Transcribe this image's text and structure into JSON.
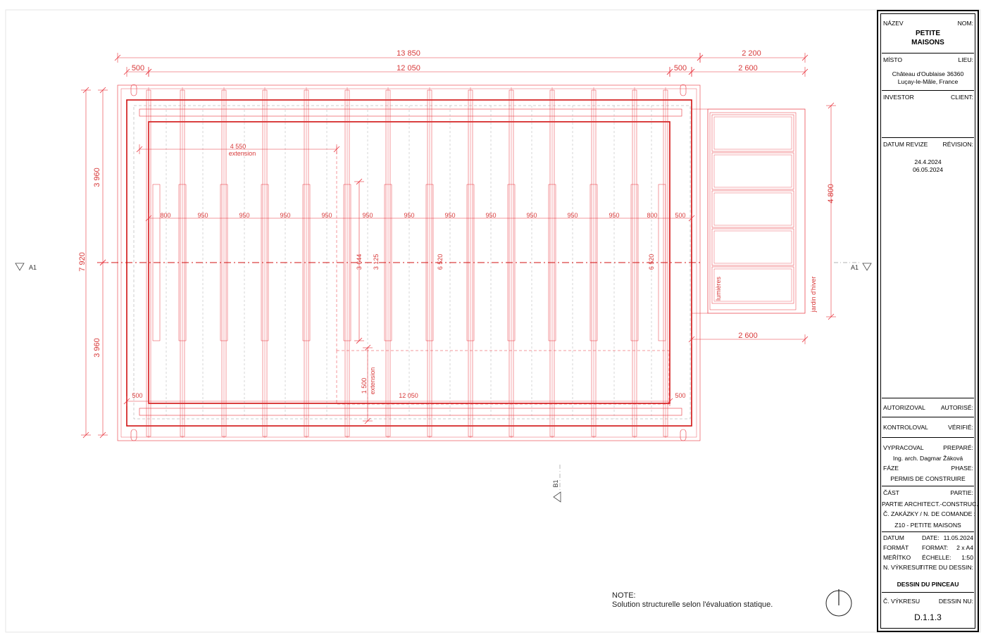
{
  "drawing": {
    "dims": {
      "overall_top": "13 850",
      "overall_right_top": "2 200",
      "left_500": "500",
      "inner_top": "12 050",
      "right_500": "500",
      "garden_top": "2 600",
      "garden_bottom": "2 600",
      "height_upper": "3 960",
      "height_lower": "3 960",
      "height_total": "7 920",
      "garden_height": "4 800",
      "extension_top_value": "4 550",
      "extension_top_label": "extension",
      "extension_bottom_value": "1 500",
      "extension_bottom_label": "extension",
      "bottom_inner": "12 050",
      "bottom_left_500": "500",
      "bottom_right_500": "500",
      "beam_3644": "3 644",
      "beam_3125": "3 125",
      "beam_6520_a": "6 520",
      "beam_6520_b": "6 520",
      "spacings": [
        "800",
        "950",
        "950",
        "950",
        "950",
        "950",
        "950",
        "950",
        "950",
        "950",
        "950",
        "950",
        "800",
        "500"
      ]
    },
    "labels": {
      "section_a_left": "A1",
      "section_a_right": "A1",
      "section_b": "B1",
      "lumieres": "lumières",
      "jardin": "jardin d'hiver"
    },
    "colors": {
      "red": "#e8323c",
      "dark_red": "#d01010",
      "grey": "#9a9a9a"
    }
  },
  "note": {
    "title": "NOTE:",
    "text": "Solution structurelle selon l'évaluation statique."
  },
  "title_block": {
    "nazev": "NÁZEV",
    "nom": "NOM:",
    "project_line1": "PETITE",
    "project_line2": "MAISONS",
    "misto": "MÍSTO",
    "lieu": "LIEU:",
    "address_line1": "Château d'Oublaise 36360",
    "address_line2": "Luçay-le-Mâle, France",
    "investor": "INVESTOR",
    "client": "CLIENT:",
    "datum_revize": "DATUM REVIZE",
    "revision": "RÉVISION:",
    "rev_date1": "24.4.2024",
    "rev_date2": "06.05.2024",
    "autorizoval": "AUTORIZOVAL",
    "autorise": "AUTORISÉ:",
    "kontroloval": "KONTROLOVAL",
    "verifie": "VÉRIFIÉ:",
    "vypracoval": "VYPRACOVAL",
    "prepare": "PREPARÉ:",
    "author": "Ing. arch. Dagmar Žáková",
    "faze": "FÁZE",
    "phase": "PHASE:",
    "phase_value": "PERMIS DE CONSTRUIRE",
    "cast": "ČÁST",
    "partie": "PARTIE:",
    "partie_value": "PARTIE ARCHITECT.-CONSTRUC.",
    "zakazky": "Č. ZAKÁZKY / N. DE COMANDE :",
    "zakazky_value": "Z10 - PETITE MAISONS",
    "datum": "DATUM",
    "date_label": "DATE:",
    "date_value": "11.05.2024",
    "format_cz": "FORMÁT",
    "format_fr": "FORMAT:",
    "format_value": "2 x A4",
    "meritko": "MEŘÍTKO",
    "echelle": "ÉCHELLE:",
    "echelle_value": "1:50",
    "n_vykresu": "N. VÝKRESU/",
    "titre": "TITRE DU DESSIN:",
    "drawing_title": "DESSIN DU PINCEAU",
    "c_vykresu": "Č. VÝKRESU",
    "dessin_nu": "DESSIN NU:",
    "drawing_number": "D.1.1.3"
  }
}
